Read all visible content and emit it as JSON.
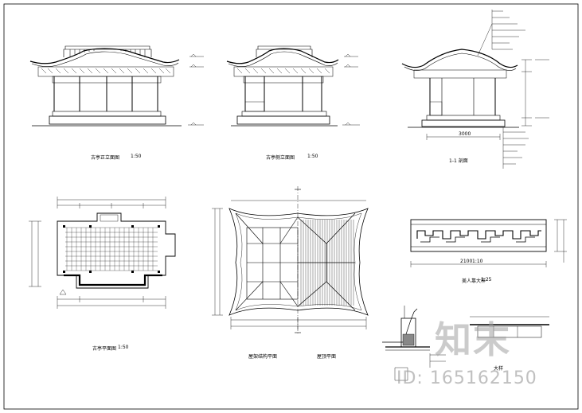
{
  "labels": {
    "front_elev_title": "古亭正立面图",
    "front_elev_scale": "1:50",
    "side_elev_title": "古亭侧立面图",
    "side_elev_scale": "1:50",
    "section_title": "1-1 剖面",
    "plan_title": "古亭平面图",
    "plan_scale": "1:50",
    "roof_frame_title": "屋架结构平面",
    "roof_plan_title": "屋顶平面",
    "rail_title": "美人靠大样",
    "rail_scale": "1:25",
    "detail_title": "大样",
    "rail_dim_left": "2100",
    "rail_dim_right": "1:10",
    "section_dim": "3000"
  },
  "watermark": {
    "logo": "知末",
    "id": "ID: 165162150"
  }
}
